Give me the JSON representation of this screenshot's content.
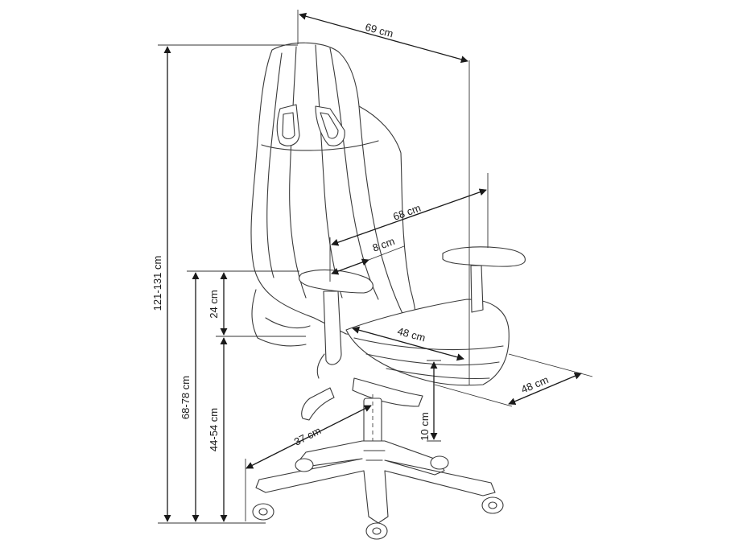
{
  "dimensions": {
    "depth_total": "69 cm",
    "height_total": "121-131 cm",
    "seat_height_total": "68-78 cm",
    "seat_height": "44-54 cm",
    "armrest_height": "24 cm",
    "armrest_span": "68 cm",
    "armrest_width": "8 cm",
    "seat_depth": "48 cm",
    "seat_width": "48 cm",
    "base_radius": "37 cm",
    "height_adjust": "10 cm"
  },
  "colors": {
    "line": "#1a1a1a",
    "background": "#ffffff"
  }
}
